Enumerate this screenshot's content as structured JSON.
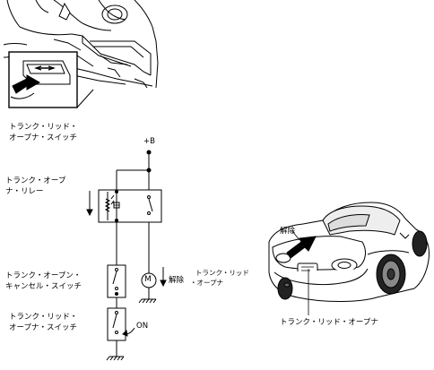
{
  "labels": {
    "switch_top_line1": "トランク・リッド・",
    "switch_top_line2": "オープナ・スイッチ",
    "plus_b": "+B",
    "relay_line1": "トランク・オープ",
    "relay_line2": "ナ・リレー",
    "cancel_switch_line1": "トランク・オープン・",
    "cancel_switch_line2": "キャンセル・スイッチ",
    "motor_release": "解除",
    "motor_name_line1": "トランク・リッド",
    "motor_name_line2": "・オープナ",
    "switch_bottom_line1": "トランク・リッド・",
    "switch_bottom_line2": "オープナ・スイッチ",
    "on": "ON",
    "car_release": "解除",
    "car_opener": "トランク・リッド・オープナ"
  },
  "symbols": {
    "motor": "M",
    "ground": "ground-symbol"
  }
}
